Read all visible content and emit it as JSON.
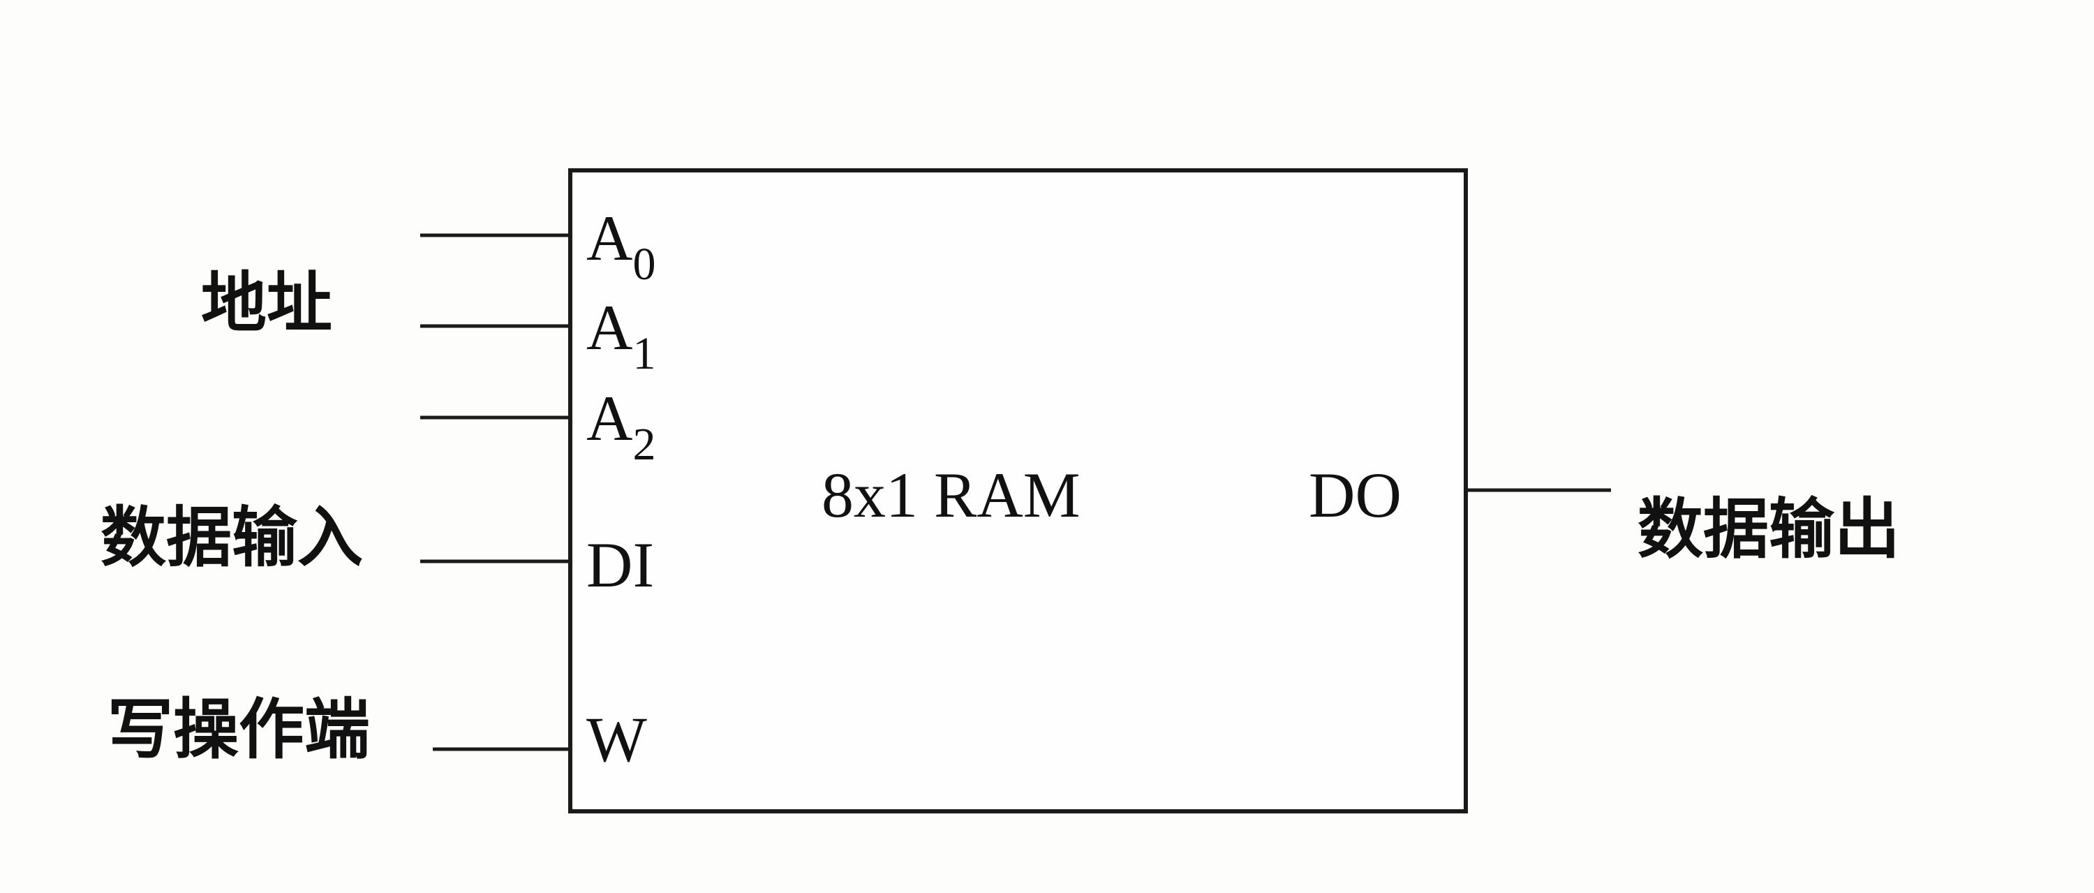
{
  "diagram": {
    "block": {
      "title": "8x1 RAM"
    },
    "pins": {
      "a0": {
        "base": "A",
        "sub": "0"
      },
      "a1": {
        "base": "A",
        "sub": "1"
      },
      "a2": {
        "base": "A",
        "sub": "2"
      },
      "di": "DI",
      "w": "W",
      "do": "DO"
    },
    "labels": {
      "address": "地址",
      "data_in": "数据输入",
      "write_enable": "写操作端",
      "data_out": "数据输出"
    }
  }
}
